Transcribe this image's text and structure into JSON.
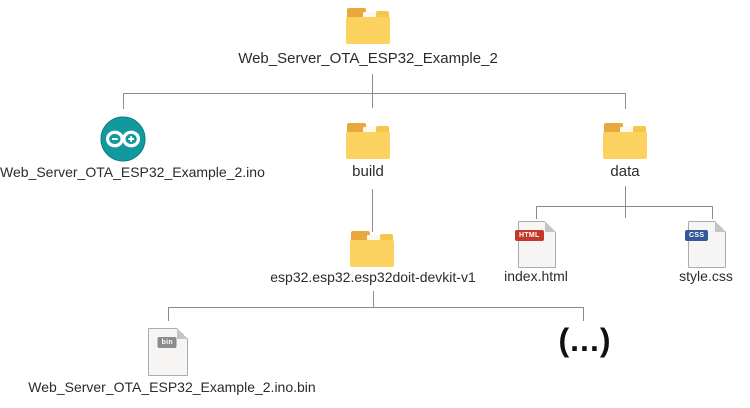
{
  "tree": {
    "root": {
      "label": "Web_Server_OTA_ESP32_Example_2",
      "type": "folder"
    },
    "sketch": {
      "label": "Web_Server_OTA_ESP32_Example_2.ino",
      "type": "arduino-sketch"
    },
    "build": {
      "label": "build",
      "type": "folder"
    },
    "data": {
      "label": "data",
      "type": "folder"
    },
    "build_dir": {
      "label": "esp32.esp32.esp32doit-devkit-v1",
      "type": "folder"
    },
    "bin": {
      "label": "Web_Server_OTA_ESP32_Example_2.ino.bin",
      "badge": "bin",
      "type": "bin-file"
    },
    "ellipsis": {
      "label": "(...)"
    },
    "index": {
      "label": "index.html",
      "badge": "HTML",
      "type": "html-file"
    },
    "css": {
      "label": "style.css",
      "badge": "CSS",
      "type": "css-file"
    }
  },
  "colors": {
    "folder_front": "#fbd15f",
    "folder_back": "#e9a83e",
    "arduino_teal": "#12999e",
    "html_badge": "#c0392b",
    "css_badge": "#34599b",
    "bin_badge": "#8b8b8b",
    "connector_line": "#8c8c8c",
    "label_text": "#2b2b2b"
  }
}
